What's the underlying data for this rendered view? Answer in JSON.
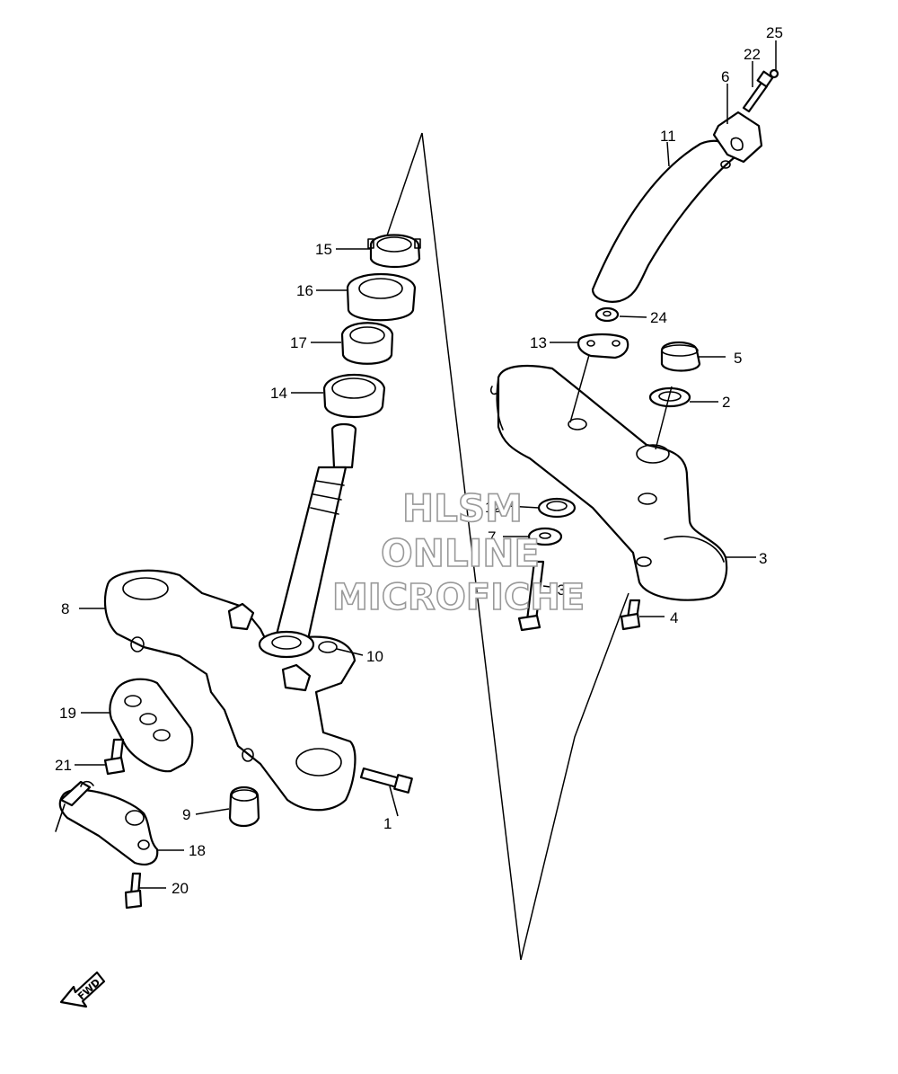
{
  "watermark": {
    "line1": "HLSM",
    "line2": "ONLINE",
    "line3": "MICROFICHE"
  },
  "direction_marker": {
    "label": "FWD",
    "icon": "forward-arrow-icon"
  },
  "callouts": {
    "p1": "1",
    "p2": "2",
    "p3": "3",
    "p4": "4",
    "p5": "5",
    "p6": "6",
    "p7": "7",
    "p8": "8",
    "p9": "9",
    "p10": "10",
    "p11": "11",
    "p12": "12",
    "p13": "13",
    "p14": "14",
    "p15": "15",
    "p16": "16",
    "p17": "17",
    "p18": "18",
    "p19": "19",
    "p20": "20",
    "p21": "21",
    "p22": "22",
    "p23": "23",
    "p24": "24",
    "p25": "25"
  },
  "colors": {
    "line": "#000000",
    "watermark_outline": "#999999",
    "background": "#ffffff"
  }
}
